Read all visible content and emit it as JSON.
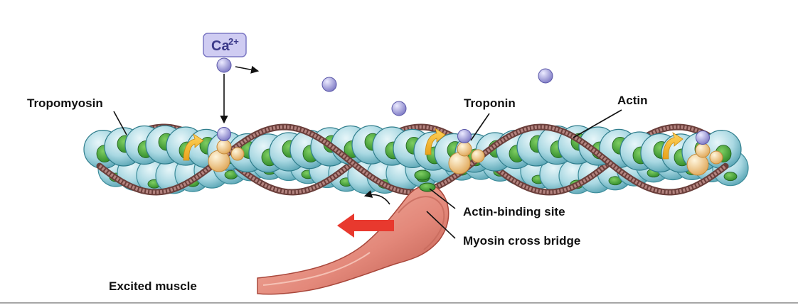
{
  "ion": {
    "symbol": "Ca",
    "charge": "2+"
  },
  "labels": {
    "tropomyosin": "Tropomyosin",
    "troponin": "Troponin",
    "actin": "Actin",
    "actin_binding_site": "Actin-binding site",
    "myosin_cross_bridge": "Myosin cross bridge",
    "excited_muscle": "Excited muscle"
  },
  "colors": {
    "actin_bead": "#b7dde6",
    "actin_bead_edge": "#2f7d8c",
    "binding_site": "#3f9a3a",
    "tropomyosin": "#8a5a55",
    "troponin": "#f2cc8c",
    "calcium": "#a9a6dc",
    "myosin": "#e79584",
    "power_stroke_arrow": "#e8392e",
    "bottom_rule": "#a6a6a6"
  }
}
